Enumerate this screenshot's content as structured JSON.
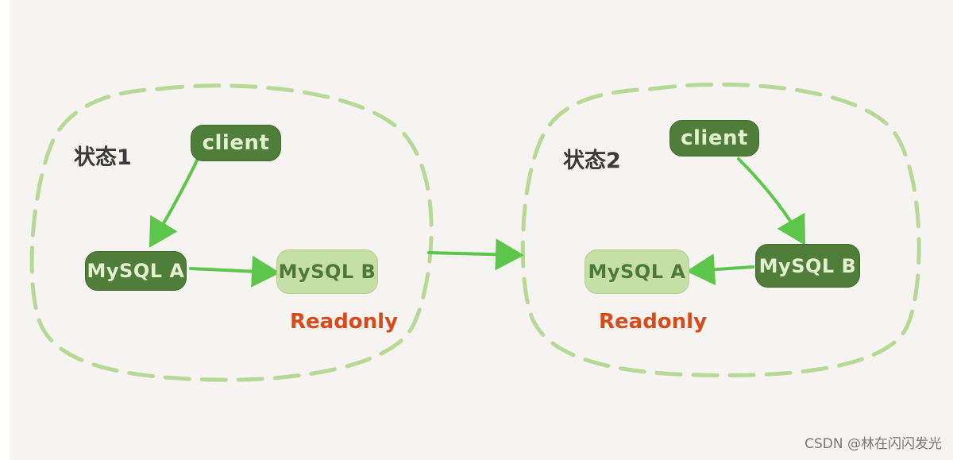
{
  "diagram": {
    "state1": {
      "label": "状态1",
      "client": "client",
      "mysql_a": "MySQL A",
      "mysql_b": "MySQL B",
      "readonly": "Readonly"
    },
    "state2": {
      "label": "状态2",
      "client": "client",
      "mysql_a": "MySQL A",
      "mysql_b": "MySQL B",
      "readonly": "Readonly"
    }
  },
  "watermark": "CSDN @林在闪闪发光",
  "colors": {
    "dashed_border": "#b7d996",
    "arrow": "#5cc64a",
    "dark_node": "#4f7d3a",
    "light_node": "#c6dfa4",
    "readonly_text": "#d9491a",
    "background": "#f5f4f0"
  }
}
